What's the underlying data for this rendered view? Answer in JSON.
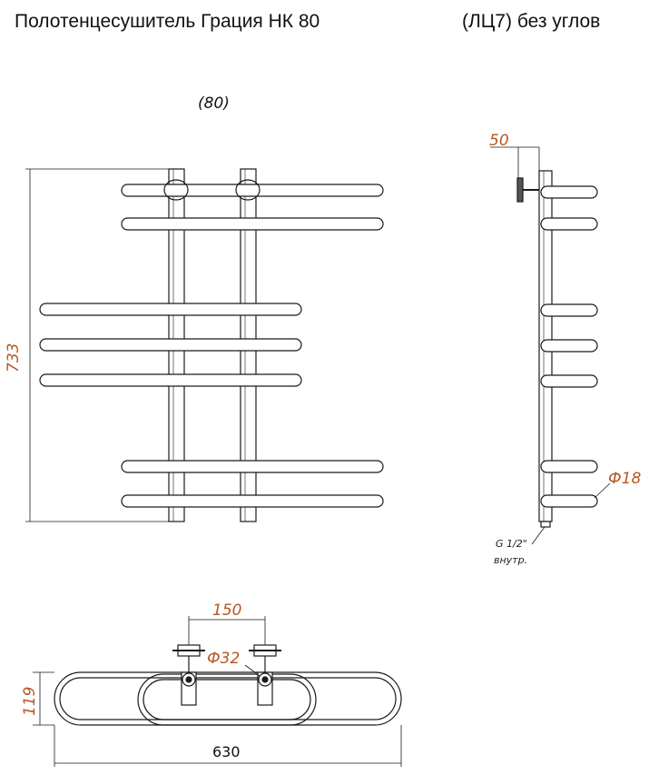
{
  "title": {
    "main": "Полотенцесушитель Грация НК 80",
    "suffix": "(ЛЦ7) без углов"
  },
  "front_view": {
    "model_ref": "(80)",
    "height_dim": "733"
  },
  "side_view": {
    "depth_dim": "50",
    "tube_dim": "Ф18",
    "thread_line1": "G 1/2\"",
    "thread_line2": "внутр."
  },
  "top_view": {
    "center_dim": "150",
    "pipe_dim": "Ф32",
    "depth_dim": "119",
    "width_dim": "630"
  },
  "colors": {
    "dimension_text": "#b5571e",
    "line": "#1a1a1a"
  }
}
